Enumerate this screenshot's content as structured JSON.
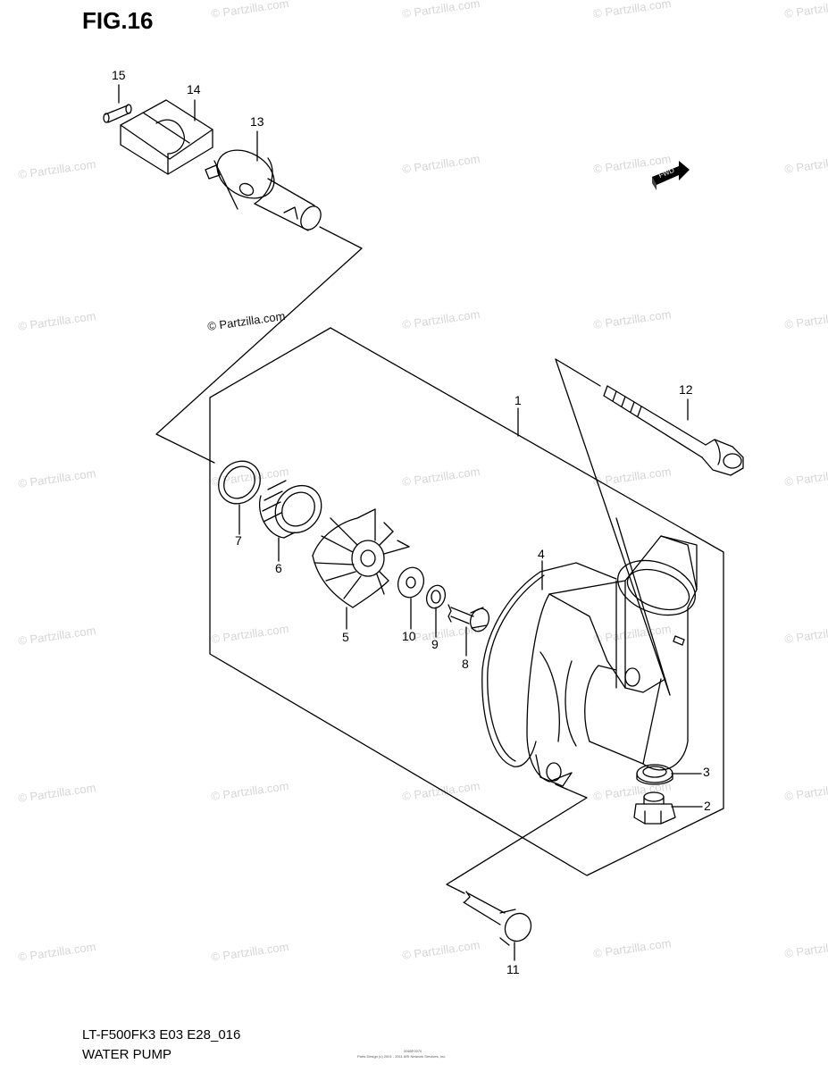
{
  "figure": {
    "title": "FIG.16"
  },
  "footer": {
    "model_code": "LT-F500FK3 E03 E28_016",
    "part_group": "WATER PUMP",
    "credit_line1": "0065F0070",
    "credit_line2": "Parts Design (c) 2001 - 2011 ARI Network Services, Inc."
  },
  "watermark": {
    "text": "© Partzilla.com",
    "dark_text": "© Partzilla.com"
  },
  "forward_badge": {
    "label": "FWD"
  },
  "callouts": [
    {
      "id": "1",
      "label": "1"
    },
    {
      "id": "2",
      "label": "2"
    },
    {
      "id": "3",
      "label": "3"
    },
    {
      "id": "4",
      "label": "4"
    },
    {
      "id": "5",
      "label": "5"
    },
    {
      "id": "6",
      "label": "6"
    },
    {
      "id": "7",
      "label": "7"
    },
    {
      "id": "8",
      "label": "8"
    },
    {
      "id": "9",
      "label": "9"
    },
    {
      "id": "10",
      "label": "10"
    },
    {
      "id": "11",
      "label": "11"
    },
    {
      "id": "12",
      "label": "12"
    },
    {
      "id": "13",
      "label": "13"
    },
    {
      "id": "14",
      "label": "14"
    },
    {
      "id": "15",
      "label": "15"
    }
  ]
}
